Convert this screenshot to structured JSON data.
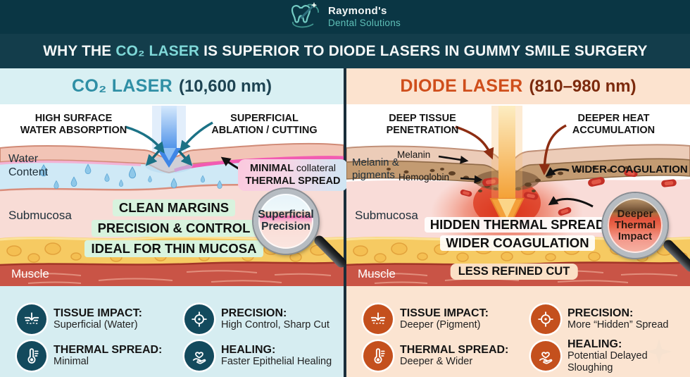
{
  "logo": {
    "brand": "Raymond's",
    "tagline": "Dental Solutions"
  },
  "title": {
    "pre": "WHY THE ",
    "highlight": "CO₂ LASER",
    "post": " IS SUPERIOR TO DIODE LASERS IN GUMMY SMILE SURGERY"
  },
  "colors": {
    "header_bg": "#0a3644",
    "title_bg": "#133d4b",
    "title_highlight": "#7fd8d8",
    "left_accent": "#2f8fa5",
    "right_accent": "#cf4e1b",
    "left_bg": "#d6edf1",
    "right_bg": "#fbe4d1",
    "left_icon_circle": "#134a5d",
    "right_icon_circle": "#c4501d"
  },
  "left": {
    "header_title": "CO₂ LASER",
    "header_range": "(10,600 nm)",
    "callout_left": "HIGH SURFACE\nWATER ABSORPTION",
    "callout_right": "SUPERFICIAL\nABLATION / CUTTING",
    "water_label": "Water\nContent",
    "thermal_bold": "MINIMAL",
    "thermal_rest": " collateral",
    "thermal_line2": "THERMAL SPREAD",
    "submucosa_label": "Submucosa",
    "benefits": [
      "CLEAN MARGINS",
      "PRECISION & CONTROL",
      "IDEAL FOR THIN MUCOSA"
    ],
    "magnifier_text": "Superficial\nPrecision",
    "muscle_label": "Muscle",
    "summary": [
      {
        "icon": "tissue-impact-icon",
        "label": "TISSUE IMPACT:",
        "value": "Superficial (Water)"
      },
      {
        "icon": "precision-icon",
        "label": "PRECISION:",
        "value": "High Control, Sharp Cut"
      },
      {
        "icon": "thermal-spread-icon",
        "label": "THERMAL SPREAD:",
        "value": "Minimal"
      },
      {
        "icon": "healing-icon",
        "label": "HEALING:",
        "value": "Faster Epithelial Healing"
      }
    ]
  },
  "right": {
    "header_title": "DIODE LASER",
    "header_range": "(810–980 nm)",
    "callout_left": "DEEP TISSUE\nPENETRATION",
    "callout_right": "DEEPER HEAT\nACCUMULATION",
    "pigments_label": "Melanin &\npigments",
    "melanin_label": "Melanin",
    "hemoglobin_label": "Hemoglobin",
    "coagulation_label": "WIDER COAGULATION",
    "submucosa_label": "Submucosa",
    "warnings": [
      "HIDDEN THERMAL SPREAD",
      "WIDER COAGULATION"
    ],
    "magnifier_text": "Deeper\nThermal\nImpact",
    "muscle_label": "Muscle",
    "cut_label": "LESS REFINED CUT",
    "summary": [
      {
        "icon": "tissue-impact-icon",
        "label": "TISSUE IMPACT:",
        "value": "Deeper (Pigment)"
      },
      {
        "icon": "precision-icon",
        "label": "PRECISION:",
        "value": "More “Hidden” Spread"
      },
      {
        "icon": "thermal-spread-icon",
        "label": "THERMAL SPREAD:",
        "value": "Deeper & Wider"
      },
      {
        "icon": "healing-icon",
        "label": "HEALING:",
        "value": "Potential Delayed Sloughing"
      }
    ]
  }
}
